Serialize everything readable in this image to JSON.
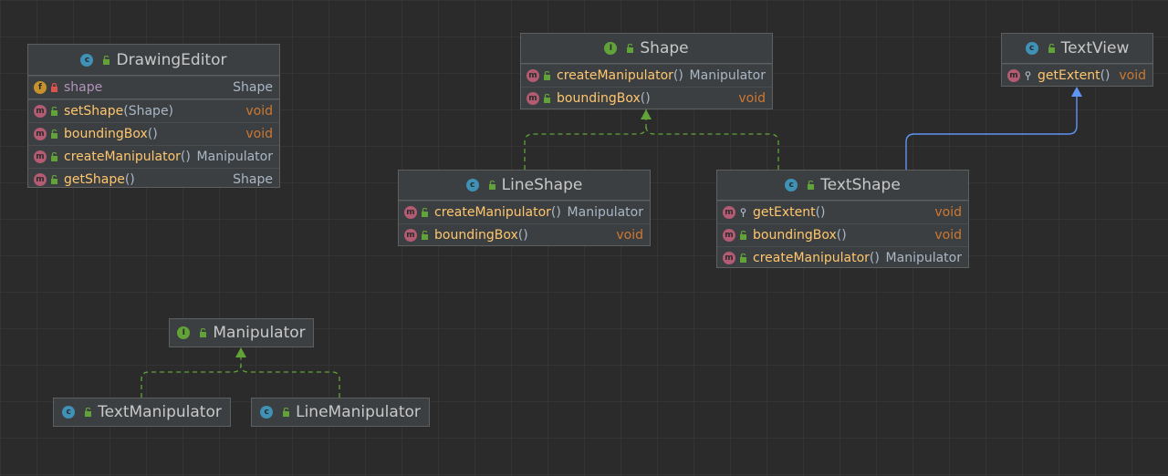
{
  "colors": {
    "background": "#2b2b2b",
    "node_bg": "#3c3f41",
    "method_name": "#ffc66d",
    "field_name": "#b294bb",
    "void_type": "#cc7832",
    "implements_edge": "#62a339",
    "extends_edge": "#5f95f5"
  },
  "nodes": {
    "drawing_editor": {
      "kind_badge": "c",
      "title": "DrawingEditor",
      "field": {
        "badge": "f",
        "name": "shape",
        "type": "Shape"
      },
      "methods": [
        {
          "badge": "m",
          "name": "setShape",
          "params": "(Shape)",
          "type": "void"
        },
        {
          "badge": "m",
          "name": "boundingBox",
          "params": "()",
          "type": "void"
        },
        {
          "badge": "m",
          "name": "createManipulator",
          "params": "()",
          "type": "Manipulator"
        },
        {
          "badge": "m",
          "name": "getShape",
          "params": "()",
          "type": "Shape"
        }
      ]
    },
    "shape": {
      "kind_badge": "I",
      "title": "Shape",
      "methods": [
        {
          "badge": "m",
          "name": "createManipulator",
          "params": "()",
          "type": "Manipulator"
        },
        {
          "badge": "m",
          "name": "boundingBox",
          "params": "()",
          "type": "void"
        }
      ]
    },
    "text_view": {
      "kind_badge": "c",
      "title": "TextView",
      "methods": [
        {
          "badge": "m",
          "name": "getExtent",
          "params": "()",
          "type": "void"
        }
      ]
    },
    "line_shape": {
      "kind_badge": "c",
      "title": "LineShape",
      "methods": [
        {
          "badge": "m",
          "name": "createManipulator",
          "params": "()",
          "type": "Manipulator"
        },
        {
          "badge": "m",
          "name": "boundingBox",
          "params": "()",
          "type": "void"
        }
      ]
    },
    "text_shape": {
      "kind_badge": "c",
      "title": "TextShape",
      "methods": [
        {
          "badge": "m",
          "name": "getExtent",
          "params": "()",
          "type": "void"
        },
        {
          "badge": "m",
          "name": "boundingBox",
          "params": "()",
          "type": "void"
        },
        {
          "badge": "m",
          "name": "createManipulator",
          "params": "()",
          "type": "Manipulator"
        }
      ]
    },
    "manipulator": {
      "kind_badge": "I",
      "title": "Manipulator"
    },
    "text_manipulator": {
      "kind_badge": "c",
      "title": "TextManipulator"
    },
    "line_manipulator": {
      "kind_badge": "c",
      "title": "LineManipulator"
    }
  }
}
